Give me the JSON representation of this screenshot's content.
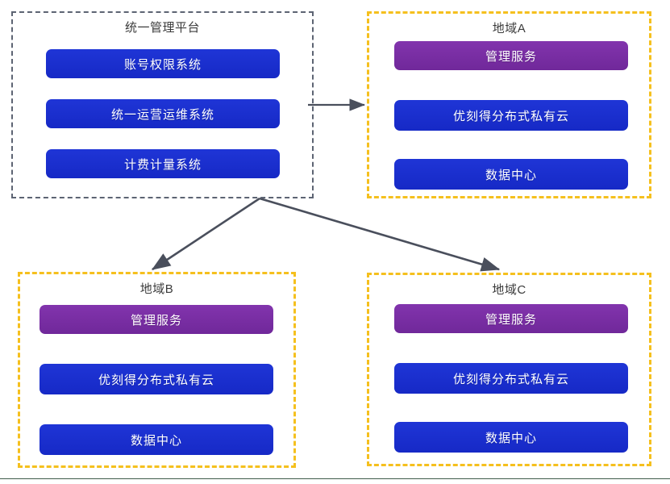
{
  "diagram": {
    "type": "architecture-block-diagram",
    "panels": [
      {
        "id": "platform",
        "title": "统一管理平台",
        "border_style": "dashed",
        "border_color": "#5d6473",
        "nodes": [
          {
            "label": "账号权限系统",
            "color": "#1f35d6",
            "kind": "blue"
          },
          {
            "label": "统一运营运维系统",
            "color": "#1f35d6",
            "kind": "blue"
          },
          {
            "label": "计费计量系统",
            "color": "#1f35d6",
            "kind": "blue"
          }
        ]
      },
      {
        "id": "region-a",
        "title": "地域A",
        "border_style": "dashed",
        "border_color": "#f5c01e",
        "nodes": [
          {
            "label": "管理服务",
            "color": "#8234ad",
            "kind": "purple"
          },
          {
            "label": "优刻得分布式私有云",
            "color": "#1f35d6",
            "kind": "blue"
          },
          {
            "label": "数据中心",
            "color": "#1f35d6",
            "kind": "blue"
          }
        ]
      },
      {
        "id": "region-b",
        "title": "地域B",
        "border_style": "dashed",
        "border_color": "#f5c01e",
        "nodes": [
          {
            "label": "管理服务",
            "color": "#8234ad",
            "kind": "purple"
          },
          {
            "label": "优刻得分布式私有云",
            "color": "#1f35d6",
            "kind": "blue"
          },
          {
            "label": "数据中心",
            "color": "#1f35d6",
            "kind": "blue"
          }
        ]
      },
      {
        "id": "region-c",
        "title": "地域C",
        "border_style": "dashed",
        "border_color": "#f5c01e",
        "nodes": [
          {
            "label": "管理服务",
            "color": "#8234ad",
            "kind": "purple"
          },
          {
            "label": "优刻得分布式私有云",
            "color": "#1f35d6",
            "kind": "blue"
          },
          {
            "label": "数据中心",
            "color": "#1f35d6",
            "kind": "blue"
          }
        ]
      }
    ],
    "connectors": [
      {
        "from": "platform",
        "to": "region-a",
        "style": "solid-arrow",
        "color": "#4a4f5c"
      },
      {
        "from": "platform",
        "to": "region-b",
        "style": "solid-arrow",
        "color": "#4a4f5c"
      },
      {
        "from": "platform",
        "to": "region-c",
        "style": "solid-arrow",
        "color": "#4a4f5c"
      }
    ],
    "colors": {
      "blue": "#1f35d6",
      "purple": "#8234ad",
      "yellow_border": "#f5c01e",
      "dark_border": "#5d6473",
      "arrow": "#4a4f5c",
      "title_text": "#3b3b3b",
      "rule": "#3f5b4a",
      "background": "#ffffff"
    }
  }
}
